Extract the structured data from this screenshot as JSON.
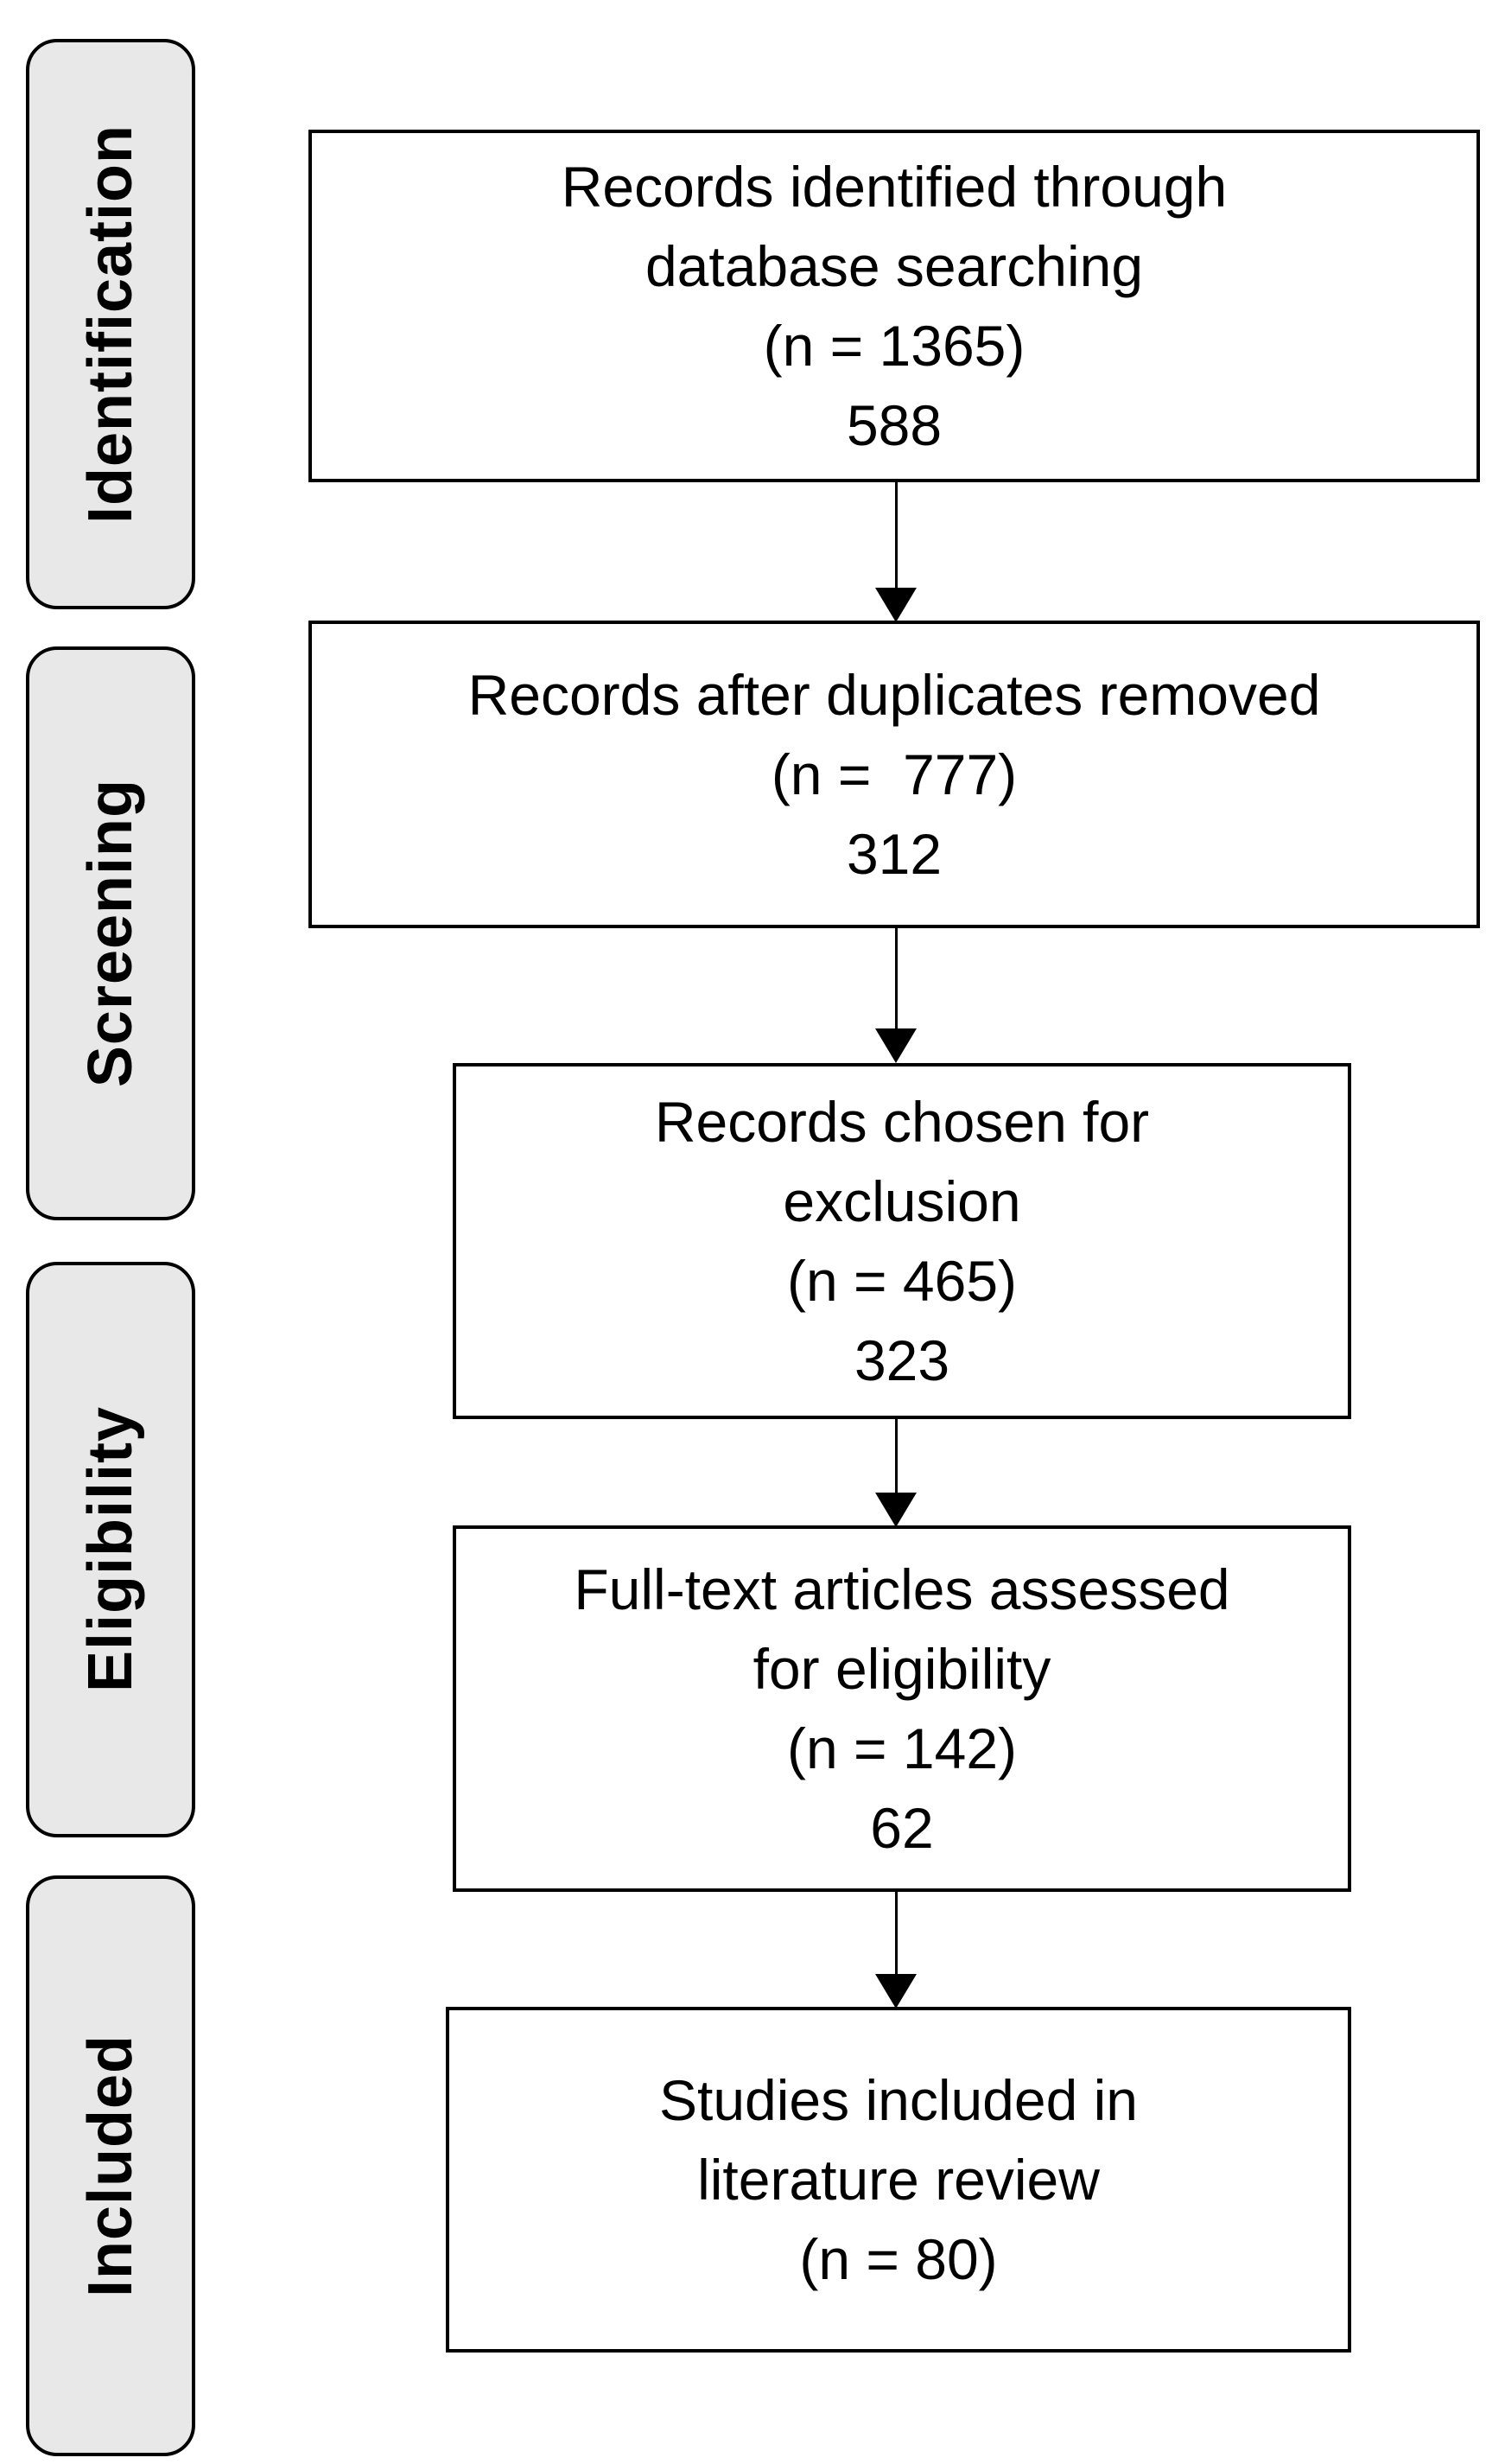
{
  "stages": [
    {
      "label": "Identification"
    },
    {
      "label": "Screening"
    },
    {
      "label": "Eligibility"
    },
    {
      "label": "Included"
    }
  ],
  "boxes": [
    {
      "lines": [
        "Records identified through",
        "database searching",
        "(n = 1365)",
        "588"
      ]
    },
    {
      "lines": [
        "Records after duplicates removed",
        "(n =  777)",
        "312"
      ]
    },
    {
      "lines": [
        "Records chosen for",
        "exclusion",
        "(n = 465)",
        "323"
      ]
    },
    {
      "lines": [
        "Full-text articles assessed",
        "for eligibility",
        "(n = 142)",
        "62"
      ]
    },
    {
      "lines": [
        "Studies included in",
        "literature review",
        "(n = 80)"
      ]
    }
  ],
  "icons": {
    "arrow_down": "css-triangle-down"
  },
  "colors": {
    "background": "#ffffff",
    "stage_fill": "#e8e8e8",
    "ink": "#000000"
  }
}
